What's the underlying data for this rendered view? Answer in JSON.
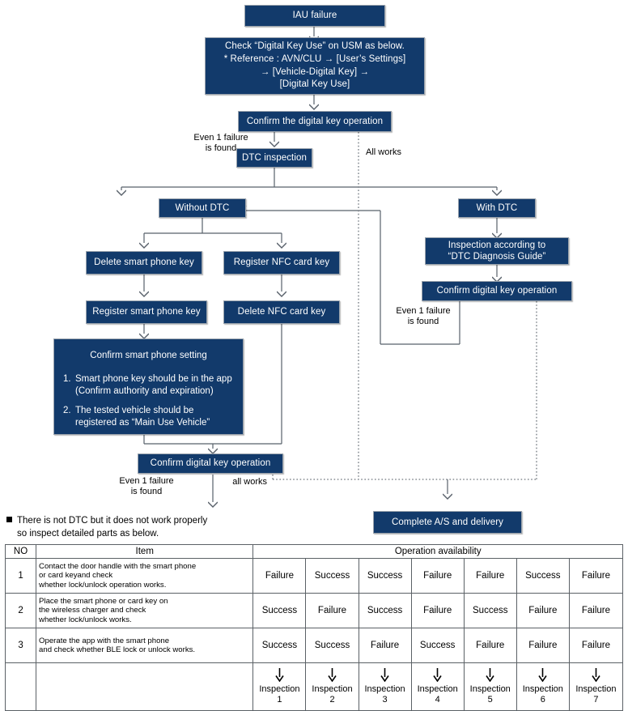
{
  "flow": {
    "nodes": {
      "iau_failure": "IAU failure",
      "check_usm": [
        "Check “Digital Key Use” on USM as below.",
        "* Reference : AVN/CLU → [User’s Settings]",
        "→ [Vehicle-Digital Key] →",
        "[Digital Key Use]"
      ],
      "confirm_the_digital_key_operation": "Confirm the digital key operation",
      "dtc_inspection": "DTC inspection",
      "without_dtc": "Without DTC",
      "with_dtc": "With DTC",
      "delete_smart_phone_key": "Delete smart phone key",
      "register_smart_phone_key": "Register smart phone key",
      "register_nfc_card_key": "Register NFC card key",
      "delete_nfc_card_key": "Delete NFC card key",
      "inspection_guide": [
        "Inspection according to",
        "“DTC Diagnosis Guide”"
      ],
      "confirm_digital_key_operation_right": "Confirm digital key operation",
      "confirm_digital_key_operation_left": "Confirm digital key operation",
      "complete": "Complete A/S and delivery"
    },
    "smart_setting": {
      "title": "Confirm smart phone setting",
      "items": [
        {
          "num": "1.",
          "line1": "Smart phone key should be in the app",
          "line2": "(Confirm authority and expiration)"
        },
        {
          "num": "2.",
          "line1": "The tested vehicle should be",
          "line2": "registered as “Main Use Vehicle”"
        }
      ]
    },
    "edge_labels": {
      "even1_top": "Even 1 failure\nis found",
      "all_works_top": "All works",
      "even1_right": "Even 1 failure\nis found",
      "even1_bottom": "Even 1 failure\nis found",
      "all_works_bottom": "all works"
    },
    "colors": {
      "node_fill": "#123a6b",
      "node_text": "#ffffff",
      "connector": "#58606a",
      "table_border": "#5b6166"
    }
  },
  "note": {
    "line1": "There is not DTC but it does not work properly",
    "line2": "so inspect detailed parts as below."
  },
  "table": {
    "headers": {
      "no": "NO",
      "item": "Item",
      "operation_availability": "Operation availability"
    },
    "rows": [
      {
        "no": "1",
        "item": [
          "Contact the door handle with the smart phone",
          "or card keyand check",
          "whether lock/unlock operation works."
        ],
        "results": [
          "Failure",
          "Success",
          "Success",
          "Failure",
          "Failure",
          "Success",
          "Failure"
        ]
      },
      {
        "no": "2",
        "item": [
          "Place the smart phone or card key on",
          "the wireless charger and check",
          "whether lock/unlock works."
        ],
        "results": [
          "Success",
          "Failure",
          "Success",
          "Failure",
          "Success",
          "Failure",
          "Failure"
        ]
      },
      {
        "no": "3",
        "item": [
          "Operate the app with the smart phone",
          "and check whether BLE lock or unlock works."
        ],
        "results": [
          "Success",
          "Success",
          "Failure",
          "Success",
          "Failure",
          "Failure",
          "Failure"
        ]
      }
    ],
    "inspection_row": {
      "no": "",
      "item": "",
      "labels": [
        {
          "word": "Inspection",
          "num": "1"
        },
        {
          "word": "Inspection",
          "num": "2"
        },
        {
          "word": "Inspection",
          "num": "3"
        },
        {
          "word": "Inspection",
          "num": "4"
        },
        {
          "word": "Inspection",
          "num": "5"
        },
        {
          "word": "Inspection",
          "num": "6"
        },
        {
          "word": "Inspection",
          "num": "7"
        }
      ]
    }
  }
}
